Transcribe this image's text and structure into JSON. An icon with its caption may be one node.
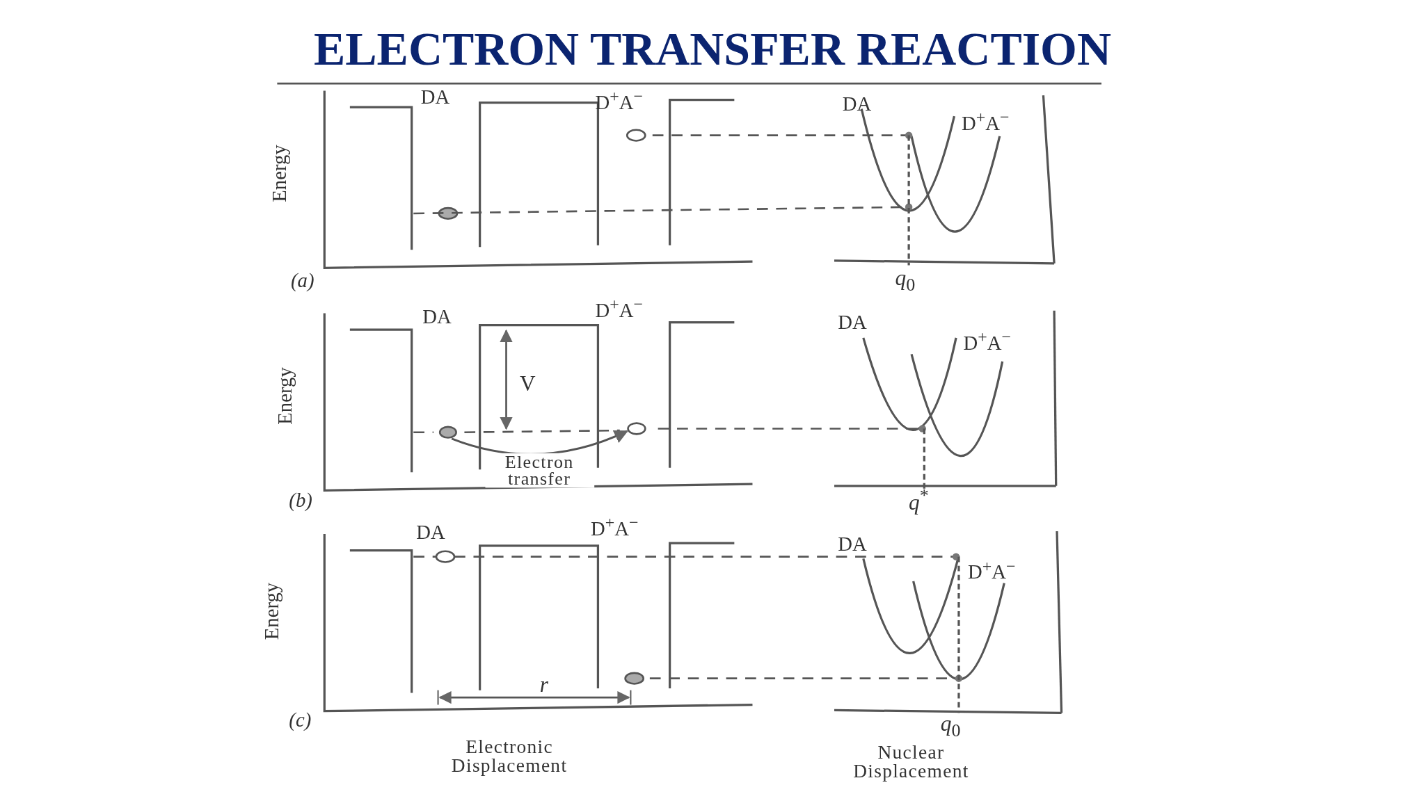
{
  "diagram": {
    "title": "ELECTRON TRANSFER REACTION",
    "nodes": [
      {
        "text": [],
        "shape": "circle"
      },
      {
        "text": [],
        "shape": "circle"
      }
    ],
    "edges": [
      {
        "from": 0,
        "to": 1,
        "arrow": "to",
        "label": "Electron transfer"
      }
    ],
    "labels": [
      "DA",
      "D$^{+}$A$^{−}$",
      "Energy",
      "DA",
      "D$^{+}$A$^{−}$",
      "(a)",
      "*q*$_{0}$",
      "DA",
      "D$^{+}$A$^{−}$",
      "Energy",
      "V",
      "DA",
      "D$^{+}$A$^{−}$",
      "(b)",
      "*q*$^{*}$",
      "DA",
      "D$^{+}$A$^{−}$",
      "Energy",
      "DA",
      "D$^{+}$A$^{−}$",
      "(c)",
      "r",
      "*q*$_{0}$",
      "Electronic Displacement",
      "Nuclear Displacement"
    ]
  }
}
